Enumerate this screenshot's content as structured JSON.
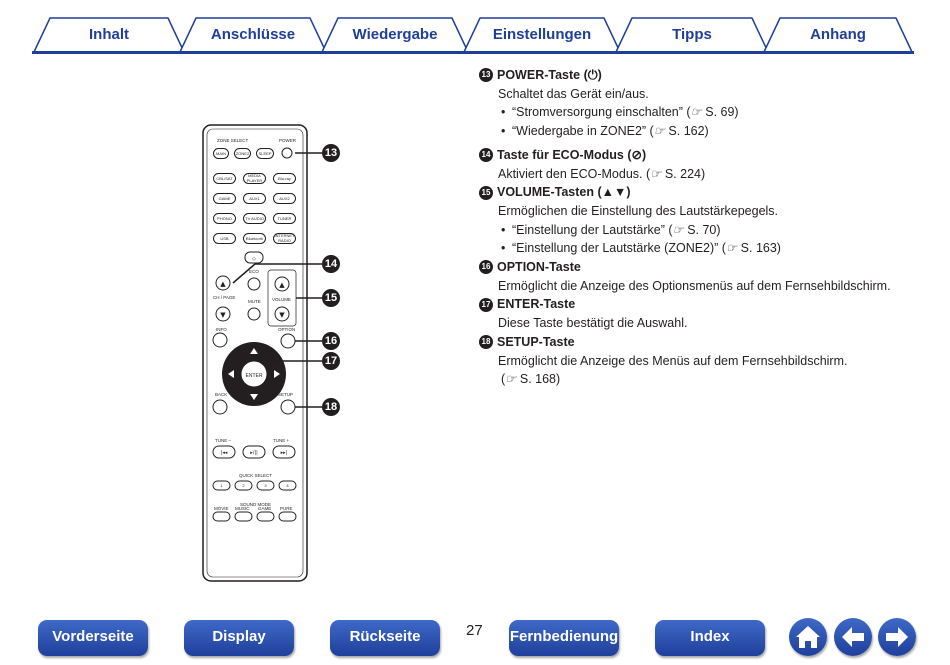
{
  "tabs": [
    "Inhalt",
    "Anschlüsse",
    "Wiedergabe",
    "Einstellungen",
    "Tipps",
    "Anhang"
  ],
  "remote": {
    "labels": {
      "zone_select": "ZONE SELECT",
      "power": "POWER",
      "eco": "ECO",
      "ch_page": "CH / PAGE",
      "mute": "MUTE",
      "volume": "VOLUME",
      "info": "INFO",
      "option": "OPTION",
      "back": "BACK",
      "setup": "SETUP",
      "enter": "ENTER",
      "tune_minus": "TUNE –",
      "tune_plus": "TUNE +",
      "quick_select": "QUICK SELECT",
      "sound_mode": "SOUND MODE"
    },
    "zone_buttons": [
      "MAIN",
      "ZONE2",
      "SLEEP"
    ],
    "source_buttons": [
      "CBL/SAT",
      "MEDIA PLAYER",
      "Blu-ray",
      "GAME",
      "AUX1",
      "AUX2",
      "PHONO",
      "TV AUDIO",
      "TUNER",
      "USB",
      "Bluetooth",
      "INTERNET RADIO"
    ],
    "quick_select": [
      "1",
      "2",
      "3",
      "4"
    ],
    "sound_modes": [
      "MOVIE",
      "MUSIC",
      "GAME",
      "PURE"
    ],
    "callouts": [
      "13",
      "14",
      "15",
      "16",
      "17",
      "18"
    ]
  },
  "sections": [
    {
      "num": "13",
      "title": "POWER-Taste (⏻)",
      "desc": "Schaltet das Gerät ein/aus.",
      "bullets": [
        {
          "text": "“Stromversorgung einschalten” (",
          "page": " S. 69)"
        },
        {
          "text": "“Wiedergabe in ZONE2” (",
          "page": " S. 162)"
        }
      ]
    },
    {
      "num": "14",
      "title": "Taste für ECO-Modus (⊘)",
      "desc": "Aktiviert den ECO-Modus.  (",
      "desc_page": " S. 224)",
      "bullets": []
    },
    {
      "num": "15",
      "title": "VOLUME-Tasten (▲▼)",
      "desc": "Ermöglichen die Einstellung des Lautstärkepegels.",
      "bullets": [
        {
          "text": "“Einstellung der Lautstärke” (",
          "page": " S. 70)"
        },
        {
          "text": "“Einstellung der Lautstärke (ZONE2)” (",
          "page": " S. 163)"
        }
      ]
    },
    {
      "num": "16",
      "title": "OPTION-Taste",
      "desc": "Ermöglicht die Anzeige des Optionsmenüs auf dem Fernsehbildschirm.",
      "bullets": []
    },
    {
      "num": "17",
      "title": "ENTER-Taste",
      "desc": "Diese Taste bestätigt die Auswahl.",
      "bullets": []
    },
    {
      "num": "18",
      "title": "SETUP-Taste",
      "desc": "Ermöglicht die Anzeige des Menüs auf dem Fernsehbildschirm.",
      "desc2": "(",
      "desc2_page": " S. 168)",
      "bullets": []
    }
  ],
  "bottom_nav": [
    "Vorderseite",
    "Display",
    "Rückseite",
    "Fernbedienung",
    "Index"
  ],
  "page_number": "27",
  "icons": {
    "home": "home-icon",
    "back": "arrow-left-icon",
    "forward": "arrow-right-icon",
    "ref": "pointing-hand-icon"
  },
  "colors": {
    "accent": "#1f3f9a",
    "text": "#231f20"
  }
}
